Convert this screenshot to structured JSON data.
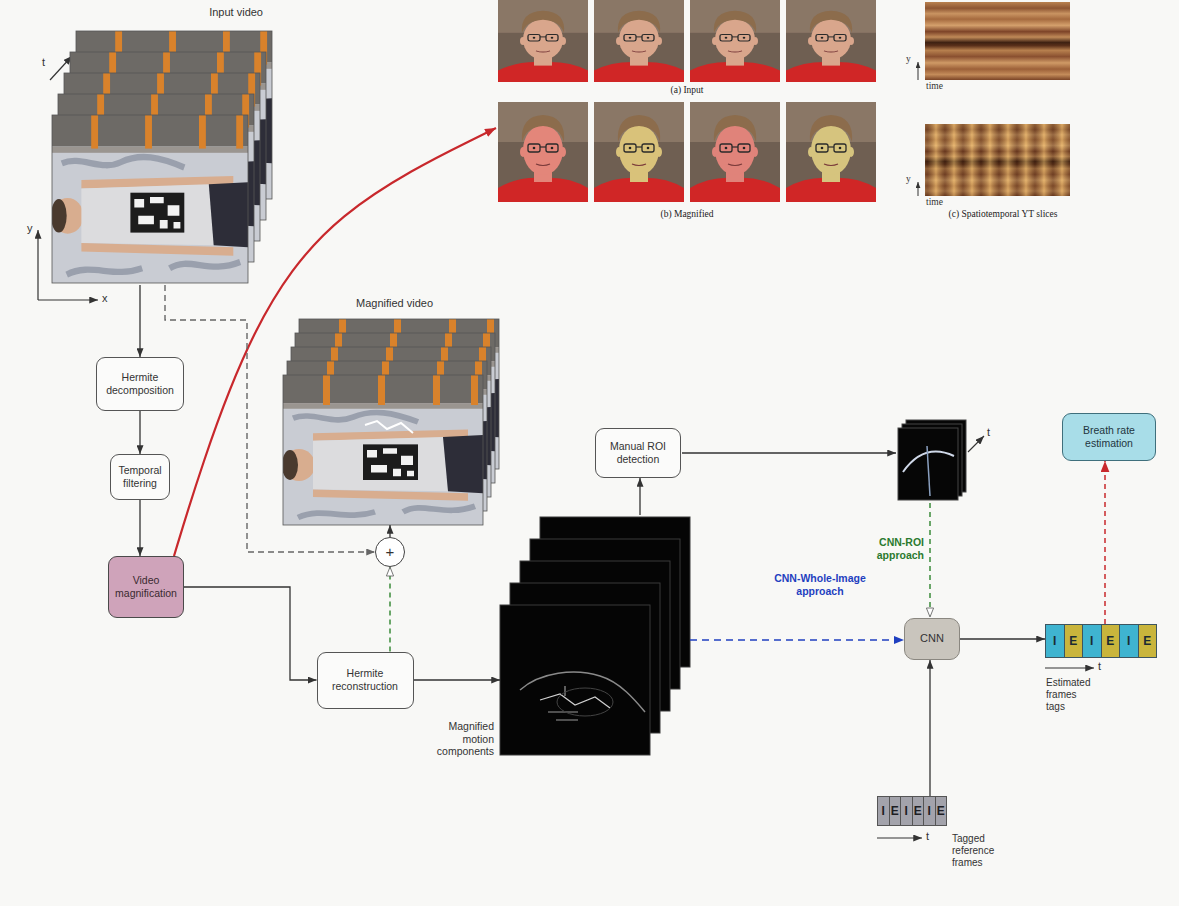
{
  "diagram": {
    "nodes": [
      {
        "text": [
          "Input video"
        ]
      },
      {
        "text": [
          "(a) Input",
          "(b) Magnified",
          "(c) Spatiotemporal YT slices"
        ]
      },
      {
        "text": [
          "Hermite decomposition"
        ]
      },
      {
        "text": [
          "Magnified video"
        ]
      },
      {
        "text": [
          "Temporal filtering"
        ]
      },
      {
        "text": [
          "+"
        ]
      },
      {
        "text": [
          "Video magnification"
        ]
      },
      {
        "text": [
          "Hermite reconstruction"
        ]
      },
      {
        "text": [
          "Manual ROI detection"
        ]
      },
      {
        "text": [
          "Breath rate estimation"
        ]
      },
      {
        "text": [
          "Magnified motion components"
        ]
      },
      {
        "text": [
          "CNN"
        ]
      },
      {
        "text": [
          "I",
          "E",
          "I",
          "E",
          "I",
          "E",
          "Estimated frames tags"
        ]
      },
      {
        "text": [
          "I",
          "E",
          "I",
          "E",
          "I",
          "E",
          "Tagged reference frames"
        ]
      }
    ],
    "edges": [
      {
        "from": 0,
        "to": 2,
        "arrow": "to"
      },
      {
        "from": 2,
        "to": 4,
        "arrow": "to"
      },
      {
        "from": 4,
        "to": 6,
        "arrow": "to"
      },
      {
        "from": 6,
        "to": 1,
        "arrow": "to"
      },
      {
        "from": 6,
        "to": 7,
        "arrow": "to"
      },
      {
        "from": 7,
        "to": 5,
        "arrow": "to"
      },
      {
        "from": 0,
        "to": 5,
        "arrow": "to"
      },
      {
        "from": 5,
        "to": 3,
        "arrow": "to"
      },
      {
        "from": 7,
        "to": 10,
        "arrow": "to"
      },
      {
        "from": 10,
        "to": 8,
        "arrow": "to"
      },
      {
        "from": 10,
        "to": 11,
        "label": "CNN-Whole-Image approach",
        "arrow": "to"
      },
      {
        "from": 11,
        "to": 12,
        "arrow": "to"
      },
      {
        "from": 13,
        "to": 11,
        "arrow": "to"
      },
      {
        "from": 12,
        "to": 9,
        "arrow": "to"
      }
    ],
    "labels": [
      "t",
      "y",
      "x",
      "y",
      "time",
      "y",
      "time",
      "t",
      "CNN-ROI approach",
      "t",
      "t"
    ]
  }
}
